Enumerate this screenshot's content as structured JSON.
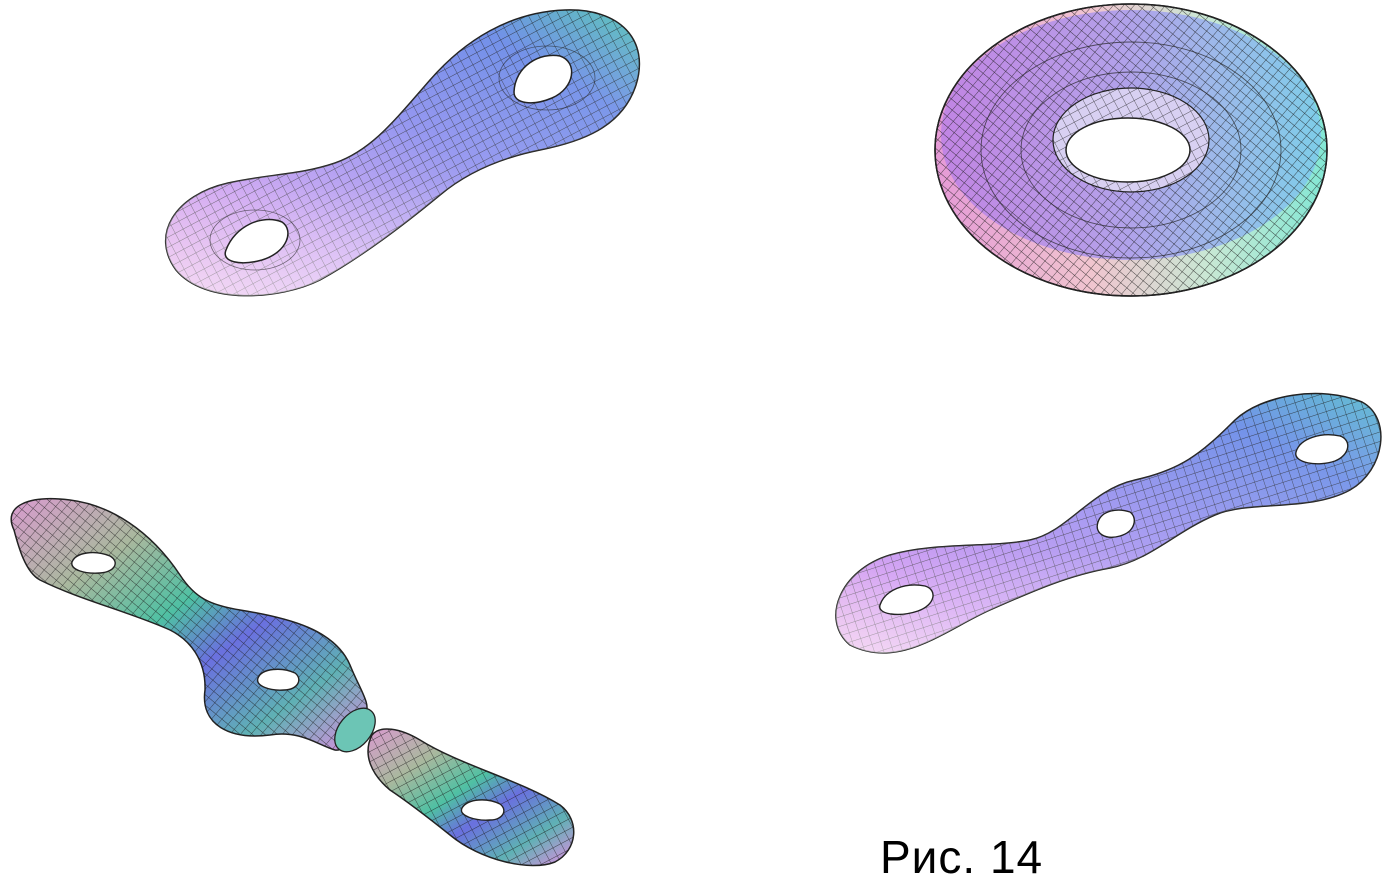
{
  "figure": {
    "caption": "Рис. 14",
    "surfaces": [
      {
        "name": "genus-2-surface",
        "handles": 2,
        "colors": [
          "#d98be8",
          "#9d7fe6",
          "#6c7ff0",
          "#6fd6c8"
        ]
      },
      {
        "name": "torus",
        "handles": 1,
        "colors": [
          "#d07ce8",
          "#a88bf3",
          "#7ea8ef",
          "#79ebd0",
          "#f1b7c3",
          "#f4eea4"
        ]
      },
      {
        "name": "genus-3-surface-cut",
        "handles": 3,
        "colors": [
          "#d993d0",
          "#5bc6a9",
          "#6a6fe0",
          "#e07fe0"
        ]
      },
      {
        "name": "genus-3-surface",
        "handles": 3,
        "colors": [
          "#d98be8",
          "#9d7fe6",
          "#6c7ff0",
          "#6fd6c8"
        ]
      }
    ]
  }
}
